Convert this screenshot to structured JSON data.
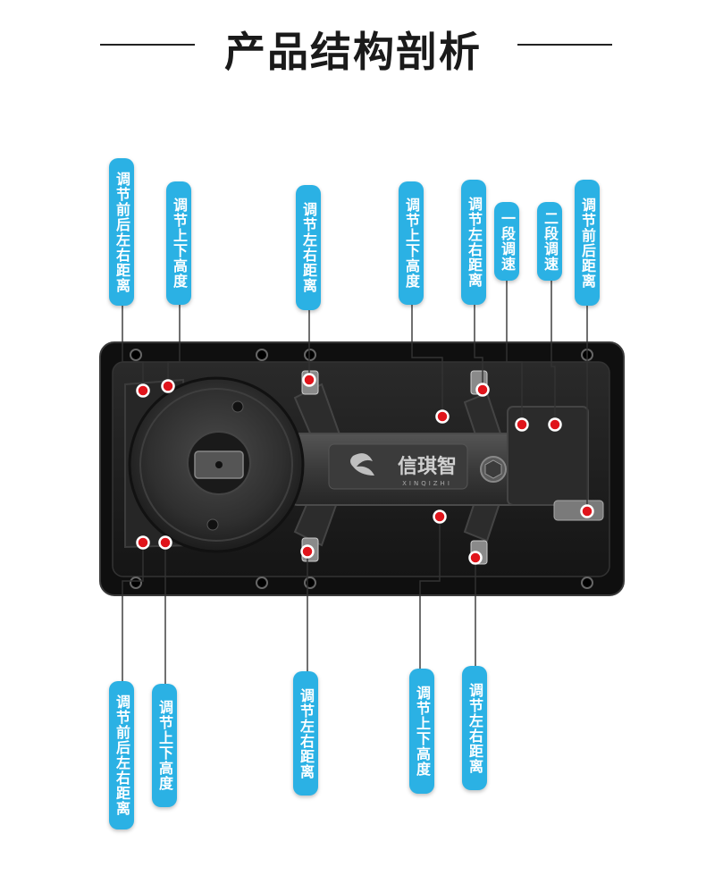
{
  "title": "产品结构剖析",
  "brand": {
    "name": "信琪智",
    "sub": "XINQIZHI"
  },
  "labels": {
    "front_back": "调节前后左右距离",
    "up_down": "调节上下高度",
    "left_right": "调节左右距离",
    "speed_1": "一段调速",
    "speed_2": "二段调速",
    "front_back_right": "调节前后距离"
  },
  "colors": {
    "label_bg": "#2bb1e4",
    "marker": "#e0141b",
    "body": "#1b1b1b"
  }
}
